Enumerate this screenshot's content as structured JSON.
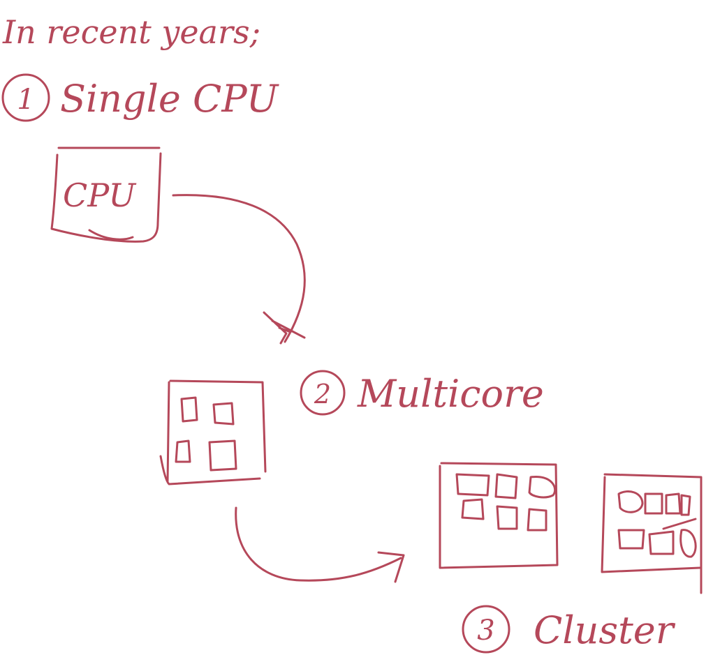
{
  "ink_color": "#b5485a",
  "heading": "In recent years;",
  "steps": [
    {
      "number": "1",
      "label": "Single CPU"
    },
    {
      "number": "2",
      "label": "Multicore"
    },
    {
      "number": "3",
      "label": "Cluster"
    }
  ],
  "cpu_box_label": "CPU",
  "icons": [
    "cpu-chip",
    "multicore-chip",
    "cluster-node",
    "curved-arrow"
  ]
}
